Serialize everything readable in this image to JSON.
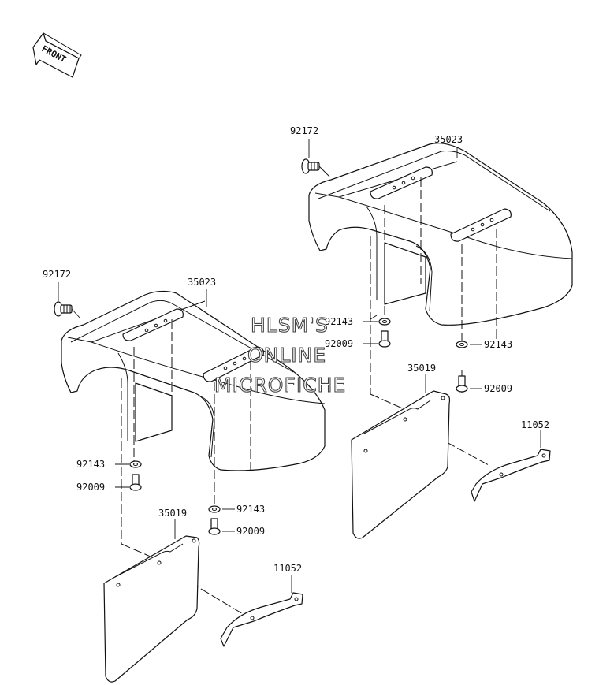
{
  "direction": {
    "label": "FRONT",
    "icon": "front-arrow-icon"
  },
  "watermark": [
    "HLSM'S",
    "ONLINE",
    "MICROFICHE"
  ],
  "right_assembly": {
    "bolt": "92172",
    "fender": "35023",
    "washer": "92143",
    "screw": "92009",
    "washer_lower": "92143",
    "screw_lower": "92009",
    "mud_flap": "35019",
    "bracket": "11052"
  },
  "left_assembly": {
    "bolt": "92172",
    "fender": "35023",
    "washer": "92143",
    "screw": "92009",
    "washer_lower": "92143",
    "screw_lower": "92009",
    "mud_flap": "35019",
    "bracket": "11052"
  },
  "colors": {
    "line": "#111111",
    "background": "#ffffff",
    "watermark_outline": "#444444"
  }
}
